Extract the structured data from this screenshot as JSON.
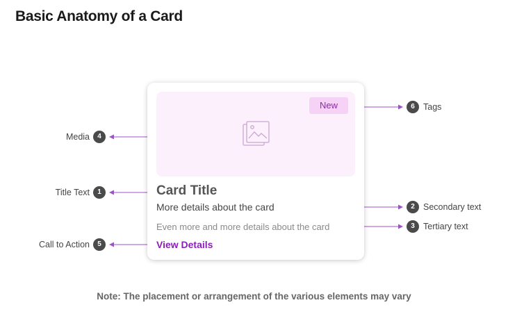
{
  "title": "Basic Anatomy of a Card",
  "card": {
    "tag": "New",
    "title": "Card Title",
    "secondary": "More details about the card",
    "tertiary": "Even more and more details about the card",
    "cta": "View Details"
  },
  "annotations": [
    {
      "number": "1",
      "label": "Title Text"
    },
    {
      "number": "2",
      "label": "Secondary text"
    },
    {
      "number": "3",
      "label": "Tertiary text"
    },
    {
      "number": "4",
      "label": "Media"
    },
    {
      "number": "5",
      "label": "Call to Action"
    },
    {
      "number": "6",
      "label": "Tags"
    }
  ],
  "note": "Note: The placement or arrangement of the various elements may vary",
  "colors": {
    "accent": "#8a1fb8",
    "media_bg": "#fdf0fd",
    "tag_bg": "#f7d2f7",
    "badge": "#4a4a4a"
  }
}
